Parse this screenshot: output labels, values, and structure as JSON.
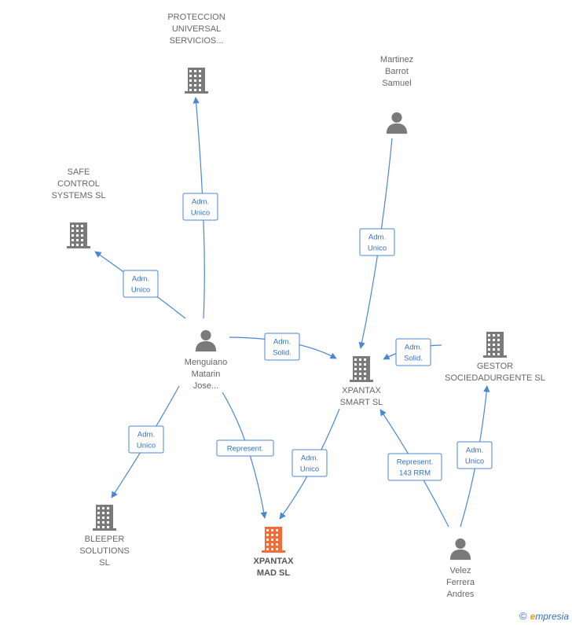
{
  "nodes": [
    {
      "id": "protec",
      "type": "company",
      "lines": [
        "PROTECCION",
        "UNIVERSAL",
        "SERVICIOS..."
      ]
    },
    {
      "id": "safe",
      "type": "company",
      "lines": [
        "SAFE",
        "CONTROL",
        "SYSTEMS SL"
      ]
    },
    {
      "id": "martinez",
      "type": "person",
      "lines": [
        "Martinez",
        "Barrot",
        "Samuel"
      ]
    },
    {
      "id": "menguiano",
      "type": "person",
      "lines": [
        "Menguiano",
        "Matarin",
        "Jose..."
      ]
    },
    {
      "id": "xsmart",
      "type": "company",
      "lines": [
        "XPANTAX",
        "SMART  SL"
      ]
    },
    {
      "id": "gestor",
      "type": "company",
      "lines": [
        "GESTOR",
        "SOCIEDADURGENTE SL"
      ]
    },
    {
      "id": "bleeper",
      "type": "company",
      "lines": [
        "BLEEPER",
        "SOLUTIONS",
        "SL"
      ]
    },
    {
      "id": "xmad",
      "type": "company-focus",
      "lines": [
        "XPANTAX",
        "MAD  SL"
      ]
    },
    {
      "id": "velez",
      "type": "person",
      "lines": [
        "Velez",
        "Ferrera",
        "Andres"
      ]
    }
  ],
  "edges": [
    {
      "id": "e1",
      "from": "menguiano",
      "to": "protec",
      "label": [
        "Adm.",
        "Unico"
      ]
    },
    {
      "id": "e2",
      "from": "menguiano",
      "to": "safe",
      "label": [
        "Adm.",
        "Unico"
      ]
    },
    {
      "id": "e3",
      "from": "menguiano",
      "to": "xsmart",
      "label": [
        "Adm.",
        "Solid."
      ]
    },
    {
      "id": "e4",
      "from": "martinez",
      "to": "xsmart",
      "label": [
        "Adm.",
        "Unico"
      ]
    },
    {
      "id": "e5",
      "from": "gestor",
      "to": "xsmart",
      "label": [
        "Adm.",
        "Solid."
      ]
    },
    {
      "id": "e6",
      "from": "menguiano",
      "to": "bleeper",
      "label": [
        "Adm.",
        "Unico"
      ]
    },
    {
      "id": "e7",
      "from": "menguiano",
      "to": "xmad",
      "label": [
        "Represent."
      ]
    },
    {
      "id": "e8",
      "from": "xsmart",
      "to": "xmad",
      "label": [
        "Adm.",
        "Unico"
      ]
    },
    {
      "id": "e9",
      "from": "velez",
      "to": "xsmart",
      "label": [
        "Represent.",
        "143 RRM"
      ]
    },
    {
      "id": "e10",
      "from": "velez",
      "to": "gestor",
      "label": [
        "Adm.",
        "Unico"
      ]
    }
  ],
  "colors": {
    "edge": "#4a86d4",
    "icon": "#7a7a7a",
    "focus_icon": "#f26b3a",
    "label": "#666666"
  },
  "footer": {
    "copyright_symbol": "©",
    "brand_initial": "e",
    "brand_rest": "mpresia"
  }
}
